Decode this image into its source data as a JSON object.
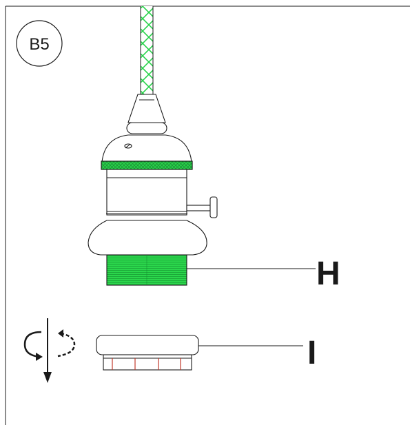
{
  "step_badge": "B5",
  "part_labels": {
    "lamp_holder_thread": "H",
    "shade_ring": "I"
  },
  "icons": {
    "screw_direction": "rotate-clockwise-down-icon"
  },
  "colors": {
    "accent_green": "#28d24a",
    "outline": "#1a1a1a",
    "thread_red": "#c0392b"
  }
}
